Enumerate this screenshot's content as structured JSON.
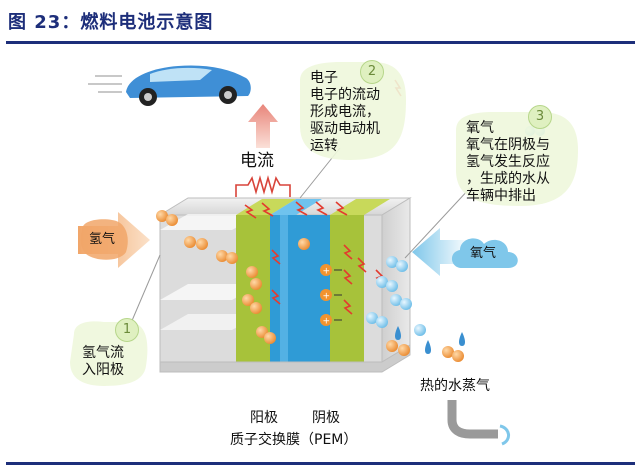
{
  "title": "图 23：燃料电池示意图",
  "labels": {
    "current": "电流",
    "hydrogen_in": "氢气",
    "oxygen_in": "氧气",
    "hot_vapor": "热的水蒸气",
    "anode": "阳极",
    "cathode": "阴极",
    "pem": "质子交换膜（PEM）"
  },
  "steps": [
    {
      "number": "1",
      "lines": [
        "氢气流",
        "入阳极"
      ]
    },
    {
      "number": "2",
      "lines": [
        "电子",
        "电子的流动",
        "形成电流，",
        "驱动电动机",
        "运转"
      ]
    },
    {
      "number": "3",
      "lines": [
        "氧气",
        "氧气在阴极与",
        "氢气发生反应",
        "，生成的水从",
        "车辆中排出"
      ]
    }
  ],
  "colors": {
    "title_blue": "#1d2e7a",
    "membrane_blue": "#2f9bd6",
    "electrode_green": "#a7c23a",
    "hydrogen_orange": "#f0a050",
    "oxygen_blue": "#8fd0ee",
    "current_arrow": "#e8857a",
    "spark_red": "#e33b2f"
  },
  "icons": [
    "car-icon",
    "lightning-icon",
    "resistor-icon",
    "cloud-icon",
    "droplet-icon"
  ]
}
